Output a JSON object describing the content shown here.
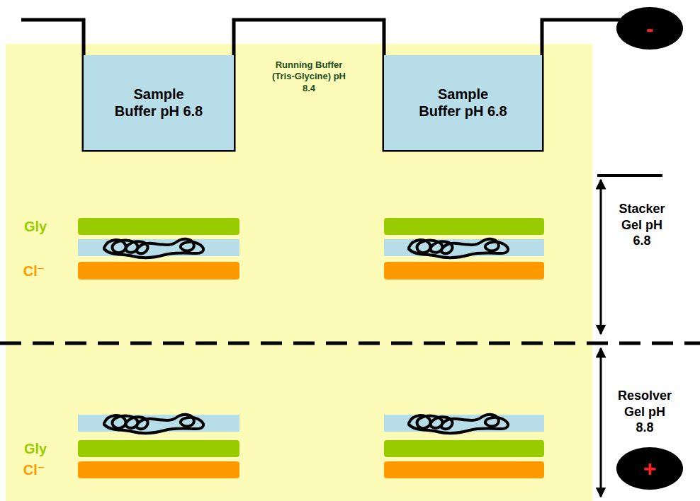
{
  "diagram": {
    "nodes": [
      {
        "text": [
          "Sample Buffer pH 6.8"
        ]
      },
      {
        "text": [
          "Sample Buffer pH 6.8"
        ]
      },
      {
        "text": [
          "-"
        ]
      },
      {
        "text": [
          "+"
        ]
      }
    ],
    "labels": [
      "Running Buffer (Tris-Glycine) pH 8.4",
      "Stacker Gel pH 6.8",
      "Resolver Gel pH 8.8",
      "Gly",
      "Cl⁻",
      "Gly",
      "Cl⁻"
    ]
  }
}
